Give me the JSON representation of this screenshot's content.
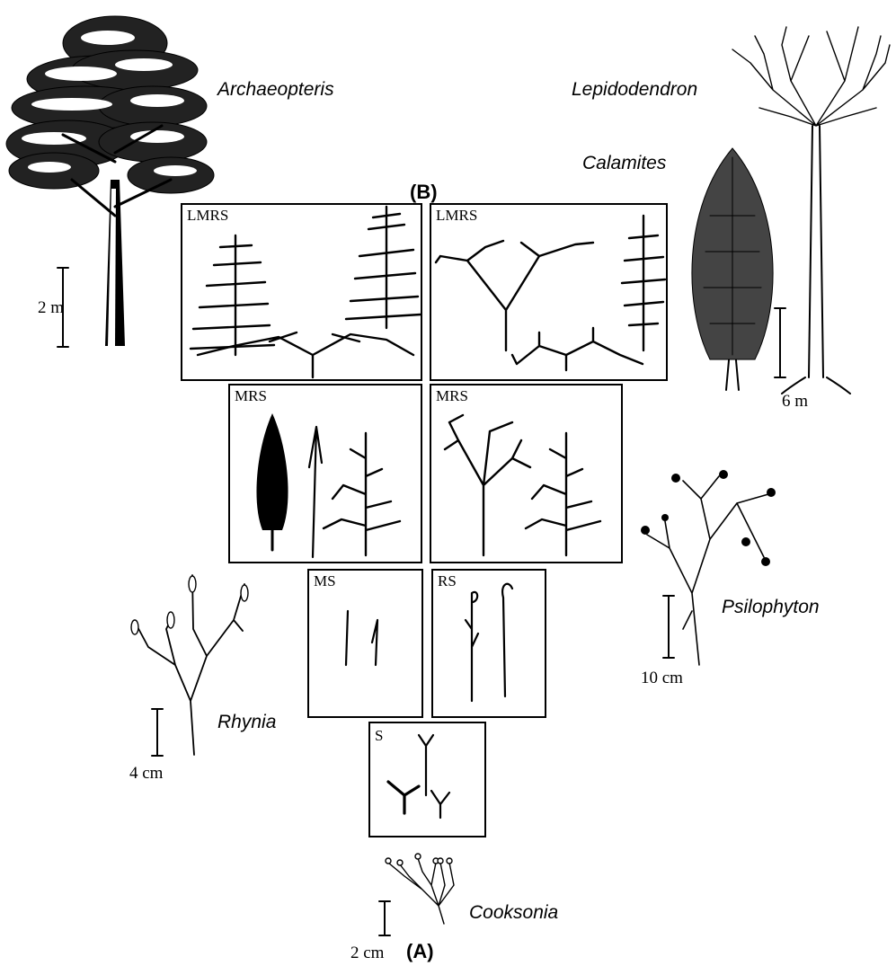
{
  "panel_labels": {
    "a": "(A)",
    "b": "(B)"
  },
  "taxa": {
    "archaeopteris": {
      "name": "Archaeopteris",
      "scale": "2 m"
    },
    "lepidodendron": {
      "name": "Lepidodendron"
    },
    "calamites": {
      "name": "Calamites",
      "scale": "6 m"
    },
    "psilophyton": {
      "name": "Psilophyton",
      "scale": "10 cm"
    },
    "rhynia": {
      "name": "Rhynia",
      "scale": "4 cm"
    },
    "cooksonia": {
      "name": "Cooksonia",
      "scale": "2 cm"
    }
  },
  "boxes": {
    "lmrs_left": "LMRS",
    "lmrs_right": "LMRS",
    "mrs_left": "MRS",
    "mrs_right": "MRS",
    "ms": "MS",
    "rs": "RS",
    "s": "S"
  }
}
